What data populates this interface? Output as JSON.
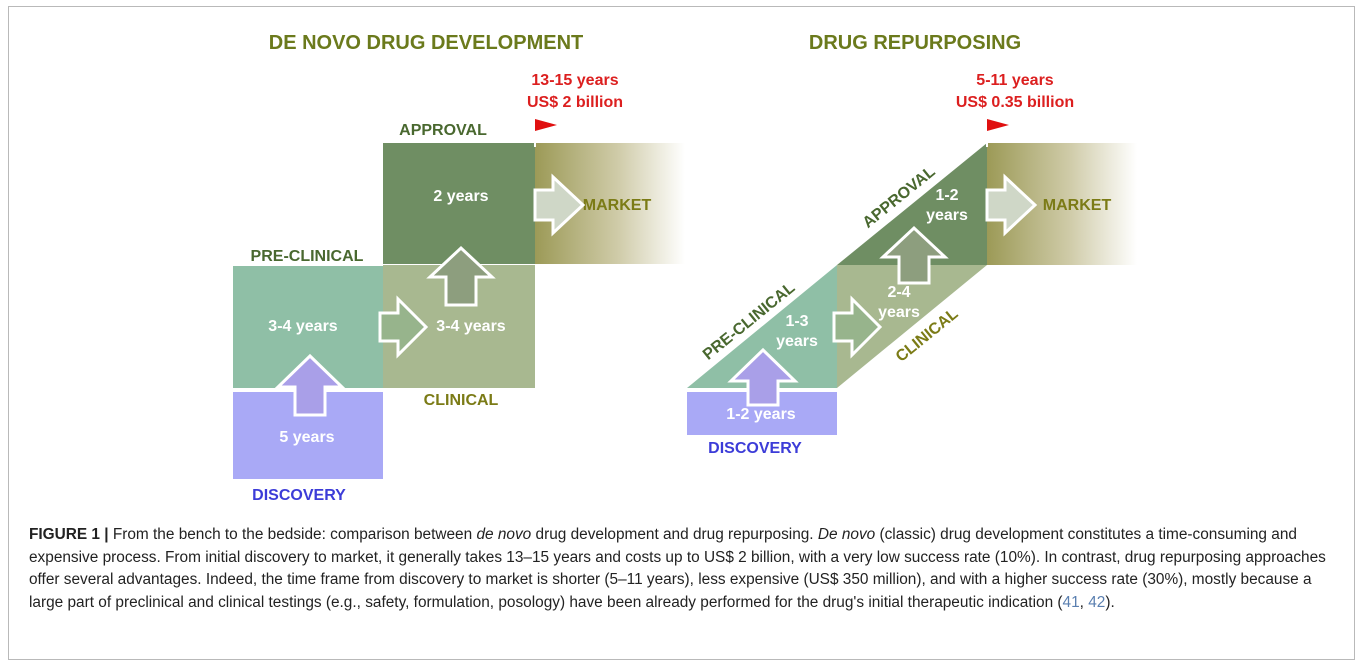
{
  "colors": {
    "title_green": "#6b7a1c",
    "red": "#dc1f1f",
    "dark_green": "#49682f",
    "olive": "#7b7b16",
    "discovery_blue": "#3c3cd8",
    "preclinical_fill": "#8fbfa6",
    "clinical_fill": "#a8b890",
    "approval_fill": "#6f8e63",
    "discovery_fill": "#a9a9f6",
    "arrow_white": "#ffffff"
  },
  "left": {
    "title": "DE NOVO DRUG DEVELOPMENT",
    "time": "13-15 years",
    "cost": "US$ 2 billion",
    "approval_label": "APPROVAL",
    "approval_years": "2 years",
    "market_label": "MARKET",
    "preclinical_label": "PRE-CLINICAL",
    "preclinical_years": "3-4 years",
    "clinical_label": "CLINICAL",
    "clinical_years": "3-4 years",
    "discovery_label": "DISCOVERY",
    "discovery_years": "5 years"
  },
  "right": {
    "title": "DRUG REPURPOSING",
    "time": "5-11 years",
    "cost": "US$ 0.35 billion",
    "approval_label": "APPROVAL",
    "approval_years_1": "1-2",
    "approval_years_2": "years",
    "market_label": "MARKET",
    "preclinical_label": "PRE-CLINICAL",
    "preclinical_years_1": "1-3",
    "preclinical_years_2": "years",
    "clinical_label": "CLINICAL",
    "clinical_years_1": "2-4",
    "clinical_years_2": "years",
    "discovery_label": "DISCOVERY",
    "discovery_years": "1-2 years"
  },
  "caption": {
    "label": "FIGURE 1 |",
    "p1": " From the bench to the bedside: comparison between ",
    "i1": "de novo",
    "p2": " drug development and drug repurposing. ",
    "i2": "De novo",
    "p3": " (classic) drug development constitutes a time-consuming and expensive process. From initial discovery to market, it generally takes 13–15 years and costs up to US$ 2 billion, with a very low success rate (10%). In contrast, drug repurposing approaches offer several advantages. Indeed, the time frame from discovery to market is shorter (5–11 years), less expensive (US$ 350 million), and with a higher success rate (30%), mostly because a large part of preclinical and clinical testings (e.g., safety, formulation, posology) have been already performed for the drug's initial therapeutic indication (",
    "ref1": "41",
    "sep": ", ",
    "ref2": "42",
    "end": ")."
  }
}
